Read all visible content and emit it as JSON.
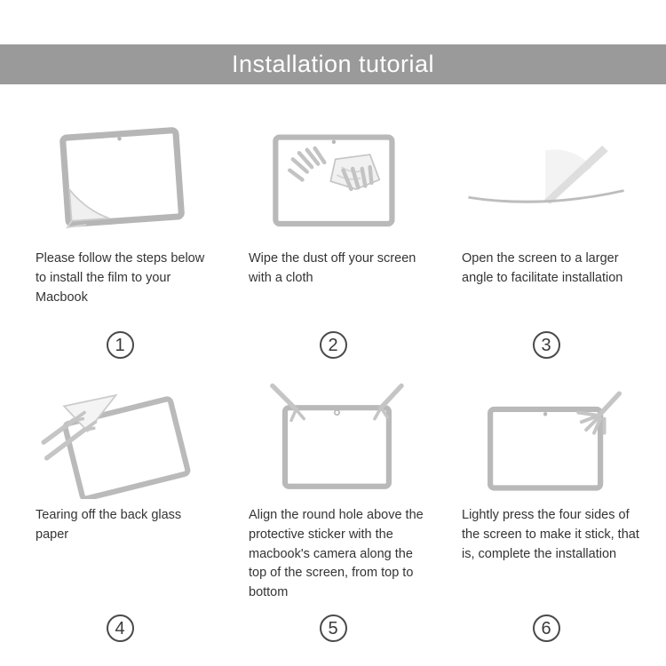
{
  "header": {
    "title": "Installation tutorial"
  },
  "colors": {
    "header_bg": "#9a9a9a",
    "header_text": "#ffffff",
    "body_text": "#343434",
    "line_art": "#bcbcbc",
    "badge_border": "#4a4a4a"
  },
  "steps": [
    {
      "number": "1",
      "text": "Please follow the steps below to install the film to your Macbook",
      "icon": "screen-film-corner-peel-icon"
    },
    {
      "number": "2",
      "text": "Wipe the dust off your screen with a cloth",
      "icon": "wipe-screen-with-cloth-icon"
    },
    {
      "number": "3",
      "text": "Open the screen to a larger angle to facilitate installation",
      "icon": "open-laptop-wide-angle-icon"
    },
    {
      "number": "4",
      "text": "Tearing off the back glass paper",
      "icon": "tear-back-glass-paper-icon"
    },
    {
      "number": "5",
      "text": "Align the round hole above the protective sticker with the macbook's camera along the top of the screen, from top to bottom",
      "icon": "align-film-with-camera-icon"
    },
    {
      "number": "6",
      "text": "Lightly press the four sides of the screen to make it stick, that is, complete the installation",
      "icon": "press-screen-edges-icon"
    }
  ]
}
